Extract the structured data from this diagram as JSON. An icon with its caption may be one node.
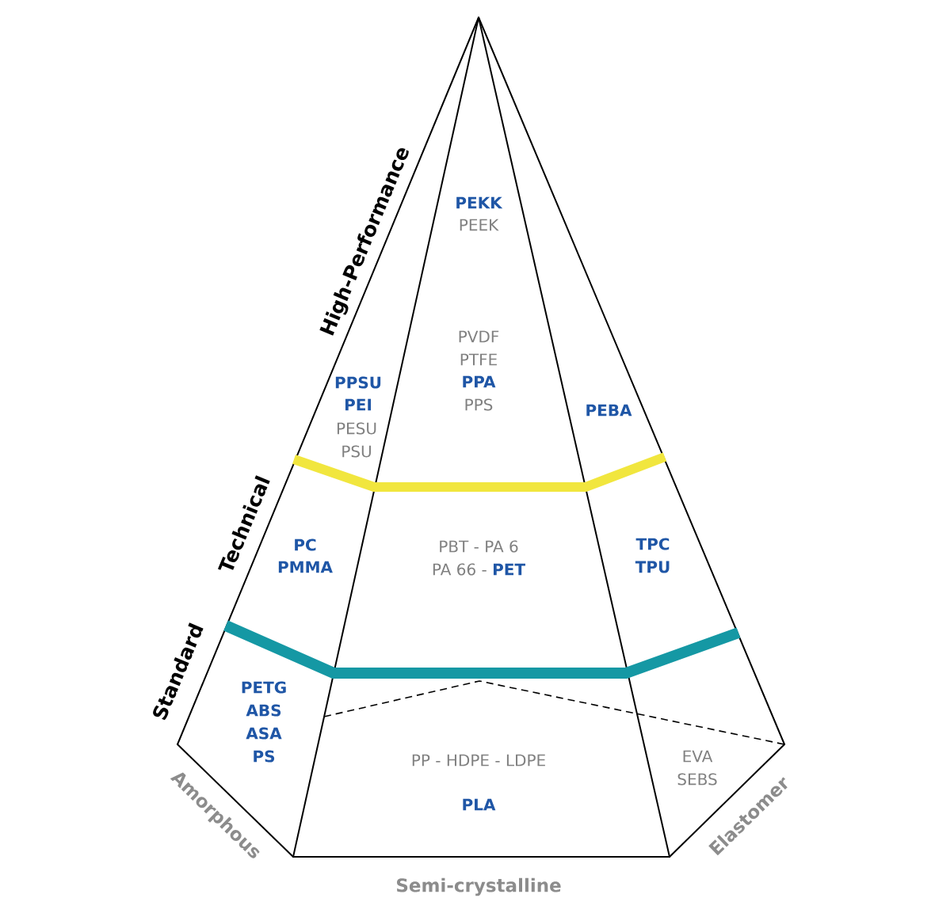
{
  "diagram": {
    "labels": [
      "High-Performance",
      "PEKK",
      "PEEK",
      "PVDF",
      "PTFE",
      "PPA",
      "PPS",
      "PPSU",
      "PEI",
      "PESU",
      "PSU",
      "PEBA",
      "Technical",
      "PC",
      "PMMA",
      "PBT - PA 6",
      "PA 66 - **PET**",
      "TPC",
      "TPU",
      "Standard",
      "PETG",
      "ABS",
      "ASA",
      "PS",
      "PP - HDPE - LDPE",
      "PLA",
      "EVA",
      "SEBS",
      "Amorphous",
      "Semi-crystalline",
      "Elastomer"
    ]
  }
}
